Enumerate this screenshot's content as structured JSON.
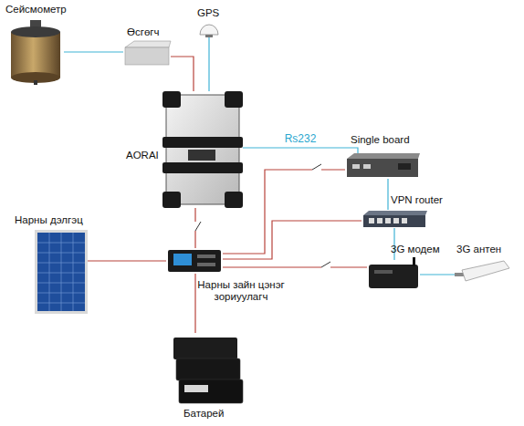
{
  "diagram": {
    "nodes": [
      {
        "text": [
          "Сейсмометр"
        ]
      },
      {
        "text": [
          "Өсгөгч"
        ]
      },
      {
        "text": [
          "GPS"
        ]
      },
      {
        "text": [
          "AORAI"
        ]
      },
      {
        "text": [
          "Single board"
        ]
      },
      {
        "text": [
          "VPN router"
        ]
      },
      {
        "text": [
          "Нарны дэлгэц"
        ]
      },
      {
        "text": [
          "Нарны зайн цэнэг зориуулагч"
        ]
      },
      {
        "text": [
          "3G модем"
        ]
      },
      {
        "text": [
          "3G антен"
        ]
      },
      {
        "text": [
          "Батарей"
        ]
      }
    ],
    "edges": [
      {
        "from": 0,
        "to": 1,
        "arrow": "none"
      },
      {
        "from": 1,
        "to": 3,
        "arrow": "none"
      },
      {
        "from": 2,
        "to": 3,
        "arrow": "none"
      },
      {
        "from": 3,
        "to": 4,
        "label": "Rs232",
        "arrow": "none"
      },
      {
        "from": 4,
        "to": 5,
        "arrow": "none"
      },
      {
        "from": 5,
        "to": 8,
        "arrow": "none"
      },
      {
        "from": 8,
        "to": 9,
        "arrow": "none"
      },
      {
        "from": 6,
        "to": 7,
        "arrow": "none"
      },
      {
        "from": 7,
        "to": 3,
        "arrow": "none"
      },
      {
        "from": 7,
        "to": 4,
        "arrow": "none"
      },
      {
        "from": 7,
        "to": 5,
        "arrow": "none"
      },
      {
        "from": 7,
        "to": 8,
        "arrow": "none"
      },
      {
        "from": 7,
        "to": 10,
        "arrow": "none"
      }
    ]
  }
}
